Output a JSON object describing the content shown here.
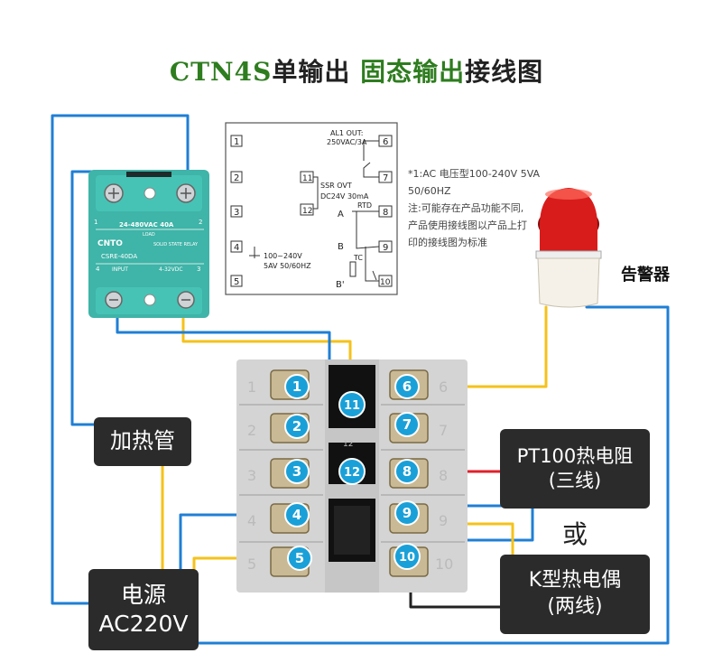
{
  "title": {
    "part1": "CTN4S",
    "part2": "单输出 ",
    "part3": "固态输出",
    "part4": "接线图"
  },
  "schematic": {
    "terminals_left": [
      "1",
      "2",
      "3",
      "4",
      "5"
    ],
    "terminals_right": [
      "6",
      "7",
      "8",
      "9",
      "10"
    ],
    "terminals_mid": [
      "11",
      "12"
    ],
    "al1_line1": "AL1 OUT:",
    "al1_line2": "250VAC/3A",
    "ssr_line1": "SSR OVT",
    "ssr_line2": "DC24V 30mA",
    "rtd": "RTD",
    "a": "A",
    "b": "B",
    "bprime": "B'",
    "tc": "TC",
    "power_line1": "100~240V",
    "power_line2": "5AV  50/60HZ"
  },
  "notes": {
    "line1": "*1:AC 电压型100-240V 5VA",
    "line2": "50/60HZ",
    "line3": "注:可能存在产品功能不同,",
    "line4": "产品使用接线图以产品上打",
    "line5": "印的接线图为标准"
  },
  "ssr": {
    "brand": "CNTO",
    "model": "CSRE-40DA",
    "rating": "24-480VAC  40A",
    "load": "LOAD",
    "type": "SOLID STATE RELAY",
    "input": "INPUT",
    "input_v": "4-32VDC",
    "t1": "1",
    "t2": "2",
    "t3": "3",
    "t4": "4"
  },
  "alarm_label": "告警器",
  "heater_label": "加热管",
  "power_label_1": "电源",
  "power_label_2": "AC220V",
  "pt100_1": "PT100热电阻",
  "pt100_2": "(三线)",
  "or_label": "或",
  "ktc_1": "K型热电偶",
  "ktc_2": "(两线)",
  "terminal_badges": [
    "1",
    "2",
    "3",
    "4",
    "5",
    "6",
    "7",
    "8",
    "9",
    "10",
    "11",
    "12"
  ],
  "colors": {
    "blue": "#1f7fd6",
    "yellow": "#f5c21a",
    "red": "#e0202a",
    "black": "#222222",
    "badge": "#1aa0d8",
    "green": "#2e7d1f",
    "ssr": "#3fb4a8"
  }
}
